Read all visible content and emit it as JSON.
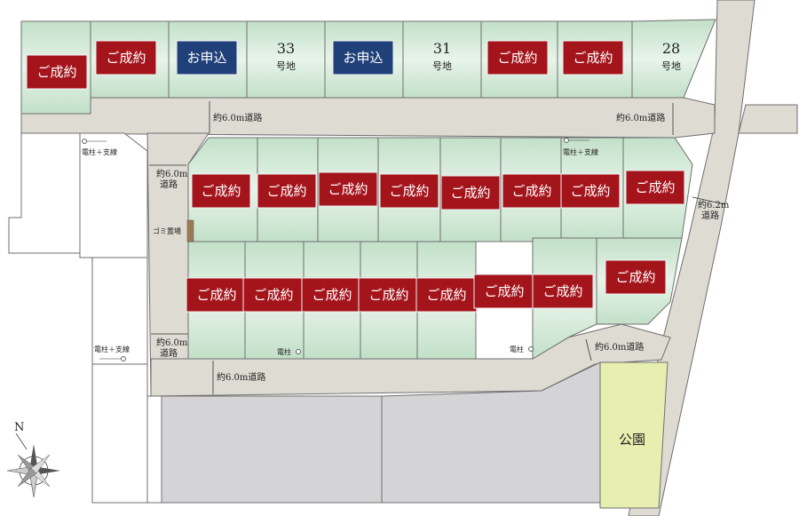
{
  "map": {
    "legend_sold": "ご成約",
    "legend_applied": "お申込",
    "top_row": [
      {
        "id": "top-1",
        "status": "sold"
      },
      {
        "id": "top-2",
        "status": "sold"
      },
      {
        "id": "top-3",
        "status": "applied"
      },
      {
        "id": "top-4",
        "status": "available",
        "number": "33",
        "sub": "号地"
      },
      {
        "id": "top-5",
        "status": "applied"
      },
      {
        "id": "top-6",
        "status": "available",
        "number": "31",
        "sub": "号地"
      },
      {
        "id": "top-7",
        "status": "sold"
      },
      {
        "id": "top-8",
        "status": "sold"
      },
      {
        "id": "top-9",
        "status": "available",
        "number": "28",
        "sub": "号地"
      }
    ],
    "middle_row_count": 8,
    "bottom_row_count": 8,
    "roads": {
      "top_left": "約6.0m道路",
      "top_right": "約6.0m道路",
      "left_upper_1": "約6.0m",
      "left_upper_2": "道路",
      "left_lower_1": "約6.0m",
      "left_lower_2": "道路",
      "bottom": "約6.0m道路",
      "bottom_right": "約6.0m道路",
      "right_1": "約6.2m",
      "right_2": "道路"
    },
    "notes": {
      "pole_top_left": "電柱＋支線",
      "pole_top_right": "電柱＋支線",
      "pole_left_lower": "電柱＋支線",
      "pole_bottom_1": "電柱",
      "pole_bottom_2": "電柱",
      "garbage": "ゴミ置場"
    },
    "park": "公園",
    "compass_n": "N",
    "colors": {
      "sold": "#a4141b",
      "applied": "#20407a",
      "lot_green": "#d4ead8",
      "road": "#dedbd3",
      "park": "#e6efb0"
    }
  }
}
